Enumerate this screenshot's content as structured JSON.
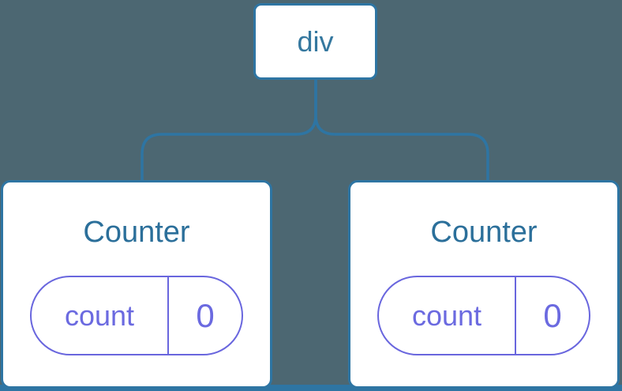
{
  "diagram": {
    "type": "component-tree",
    "colors": {
      "background": "#4C6772",
      "node_fill": "#FFFFFF",
      "tree_line": "#2E75A3",
      "node_text": "#2B6F9A",
      "state_accent": "#6966DE"
    },
    "root": {
      "label": "div"
    },
    "children": [
      {
        "title": "Counter",
        "state": {
          "key": "count",
          "value": "0"
        }
      },
      {
        "title": "Counter",
        "state": {
          "key": "count",
          "value": "0"
        }
      }
    ]
  }
}
